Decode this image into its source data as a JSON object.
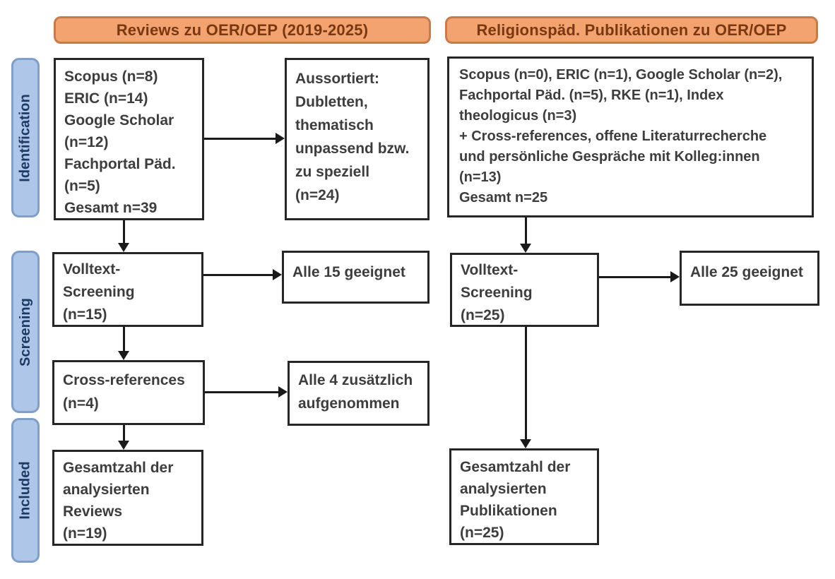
{
  "colors": {
    "orange_fill": "#F2A36F",
    "orange_border": "#C87A4A",
    "orange_text": "#7A3812",
    "blue_fill": "#AEC6E8",
    "blue_border": "#7F9EC8",
    "blue_text": "#1F3864",
    "box_border": "#262626",
    "box_text": "#3D3D3D",
    "arrow": "#1A1A1A",
    "bg": "#FFFFFF"
  },
  "headers": {
    "left": "Reviews zu OER/OEP (2019-2025)",
    "right": "Religionspäd. Publikationen zu OER/OEP"
  },
  "stages": {
    "identification": "Identification",
    "screening": "Screening",
    "included": "Included"
  },
  "boxes": {
    "left_sources": {
      "lines": [
        "Scopus (n=8)",
        "ERIC (n=14)",
        "Google Scholar",
        "(n=12)",
        "Fachportal Päd.",
        "(n=5)",
        "Gesamt n=39"
      ]
    },
    "left_excluded": {
      "lines": [
        "Aussortiert:",
        "Dubletten,",
        "thematisch",
        "unpassend bzw.",
        "zu speziell",
        "(n=24)"
      ]
    },
    "left_fulltext": {
      "lines": [
        "Volltext-",
        "Screening",
        "(n=15)"
      ]
    },
    "left_fulltext_result": {
      "lines": [
        "Alle 15 geeignet"
      ]
    },
    "left_crossref": {
      "lines": [
        "Cross-references",
        "(n=4)"
      ]
    },
    "left_crossref_result": {
      "lines": [
        "Alle 4 zusätzlich",
        "aufgenommen"
      ]
    },
    "left_included": {
      "lines": [
        "Gesamtzahl der",
        "analysierten",
        "Reviews",
        "(n=19)"
      ]
    },
    "right_sources": {
      "lines": [
        "Scopus (n=0), ERIC (n=1), Google Scholar (n=2),",
        "Fachportal Päd. (n=5), RKE (n=1), Index",
        "theologicus (n=3)",
        "+ Cross-references, offene Literaturrecherche",
        "und persönliche Gespräche mit Kolleg:innen",
        "(n=13)",
        "Gesamt n=25"
      ]
    },
    "right_fulltext": {
      "lines": [
        "Volltext-",
        "Screening",
        "(n=25)"
      ]
    },
    "right_fulltext_result": {
      "lines": [
        "Alle 25 geeignet"
      ]
    },
    "right_included": {
      "lines": [
        "Gesamtzahl der",
        "analysierten",
        "Publikationen",
        "(n=25)"
      ]
    }
  }
}
